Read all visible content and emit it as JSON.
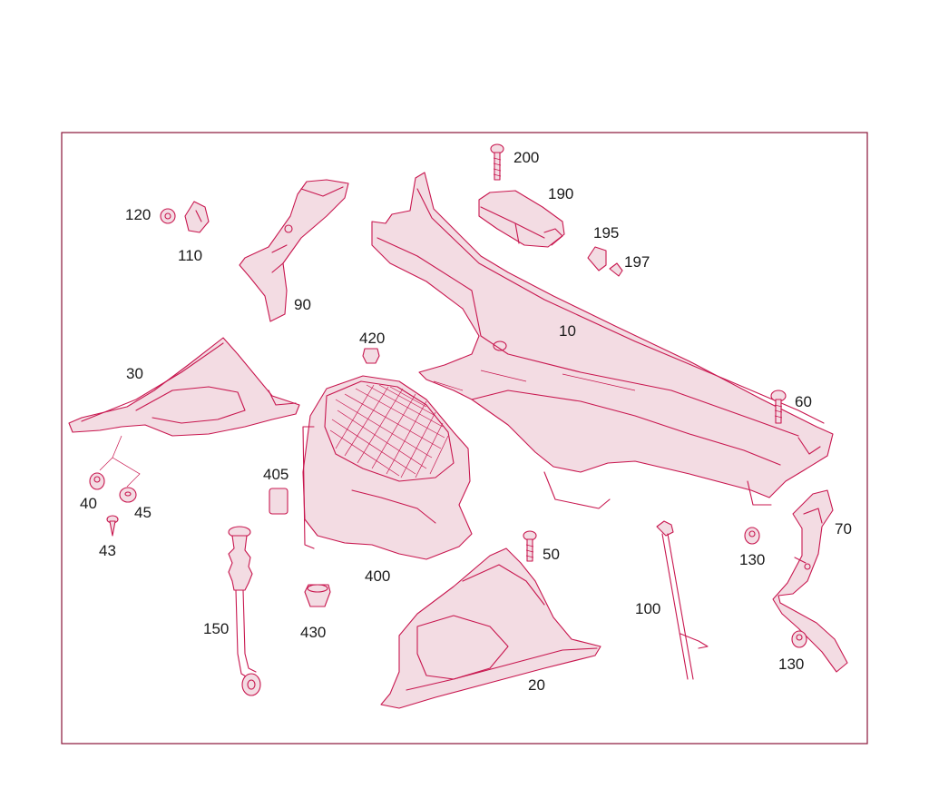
{
  "diagram": {
    "colors": {
      "line": "#c8174f",
      "frame": "#8a1538",
      "text": "#1a1a1a",
      "fill": "#f3dce3"
    },
    "labels": {
      "p10": "10",
      "p20": "20",
      "p30": "30",
      "p40": "40",
      "p43": "43",
      "p45": "45",
      "p50": "50",
      "p60": "60",
      "p70": "70",
      "p90": "90",
      "p100": "100",
      "p110": "110",
      "p120": "120",
      "p130a": "130",
      "p130b": "130",
      "p150": "150",
      "p190": "190",
      "p195": "195",
      "p197": "197",
      "p200": "200",
      "p400": "400",
      "p405": "405",
      "p420": "420",
      "p430": "430"
    }
  }
}
